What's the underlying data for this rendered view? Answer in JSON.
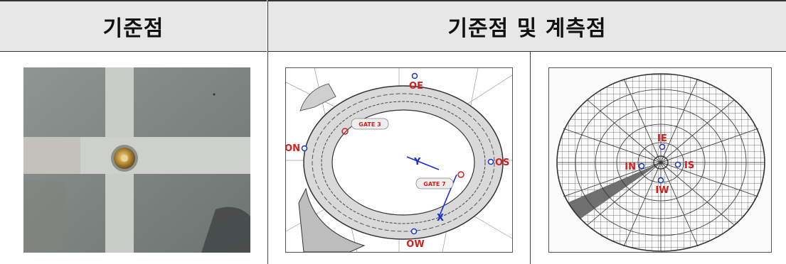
{
  "header": {
    "left": "기준점",
    "right": "기준점 및 계측점"
  },
  "plan1": {
    "outer_points": [
      "OE",
      "ON",
      "OS",
      "OW"
    ],
    "gates": [
      "GATE 3",
      "GATE 7"
    ],
    "arrow_labels": [
      "Y",
      "X"
    ]
  },
  "plan2": {
    "inner_points": [
      "IE",
      "IN",
      "IS",
      "IW"
    ]
  },
  "colors": {
    "marker_red": "#d02020",
    "marker_blue": "#1a2ec8",
    "header_bg": "#e7e7e7"
  }
}
